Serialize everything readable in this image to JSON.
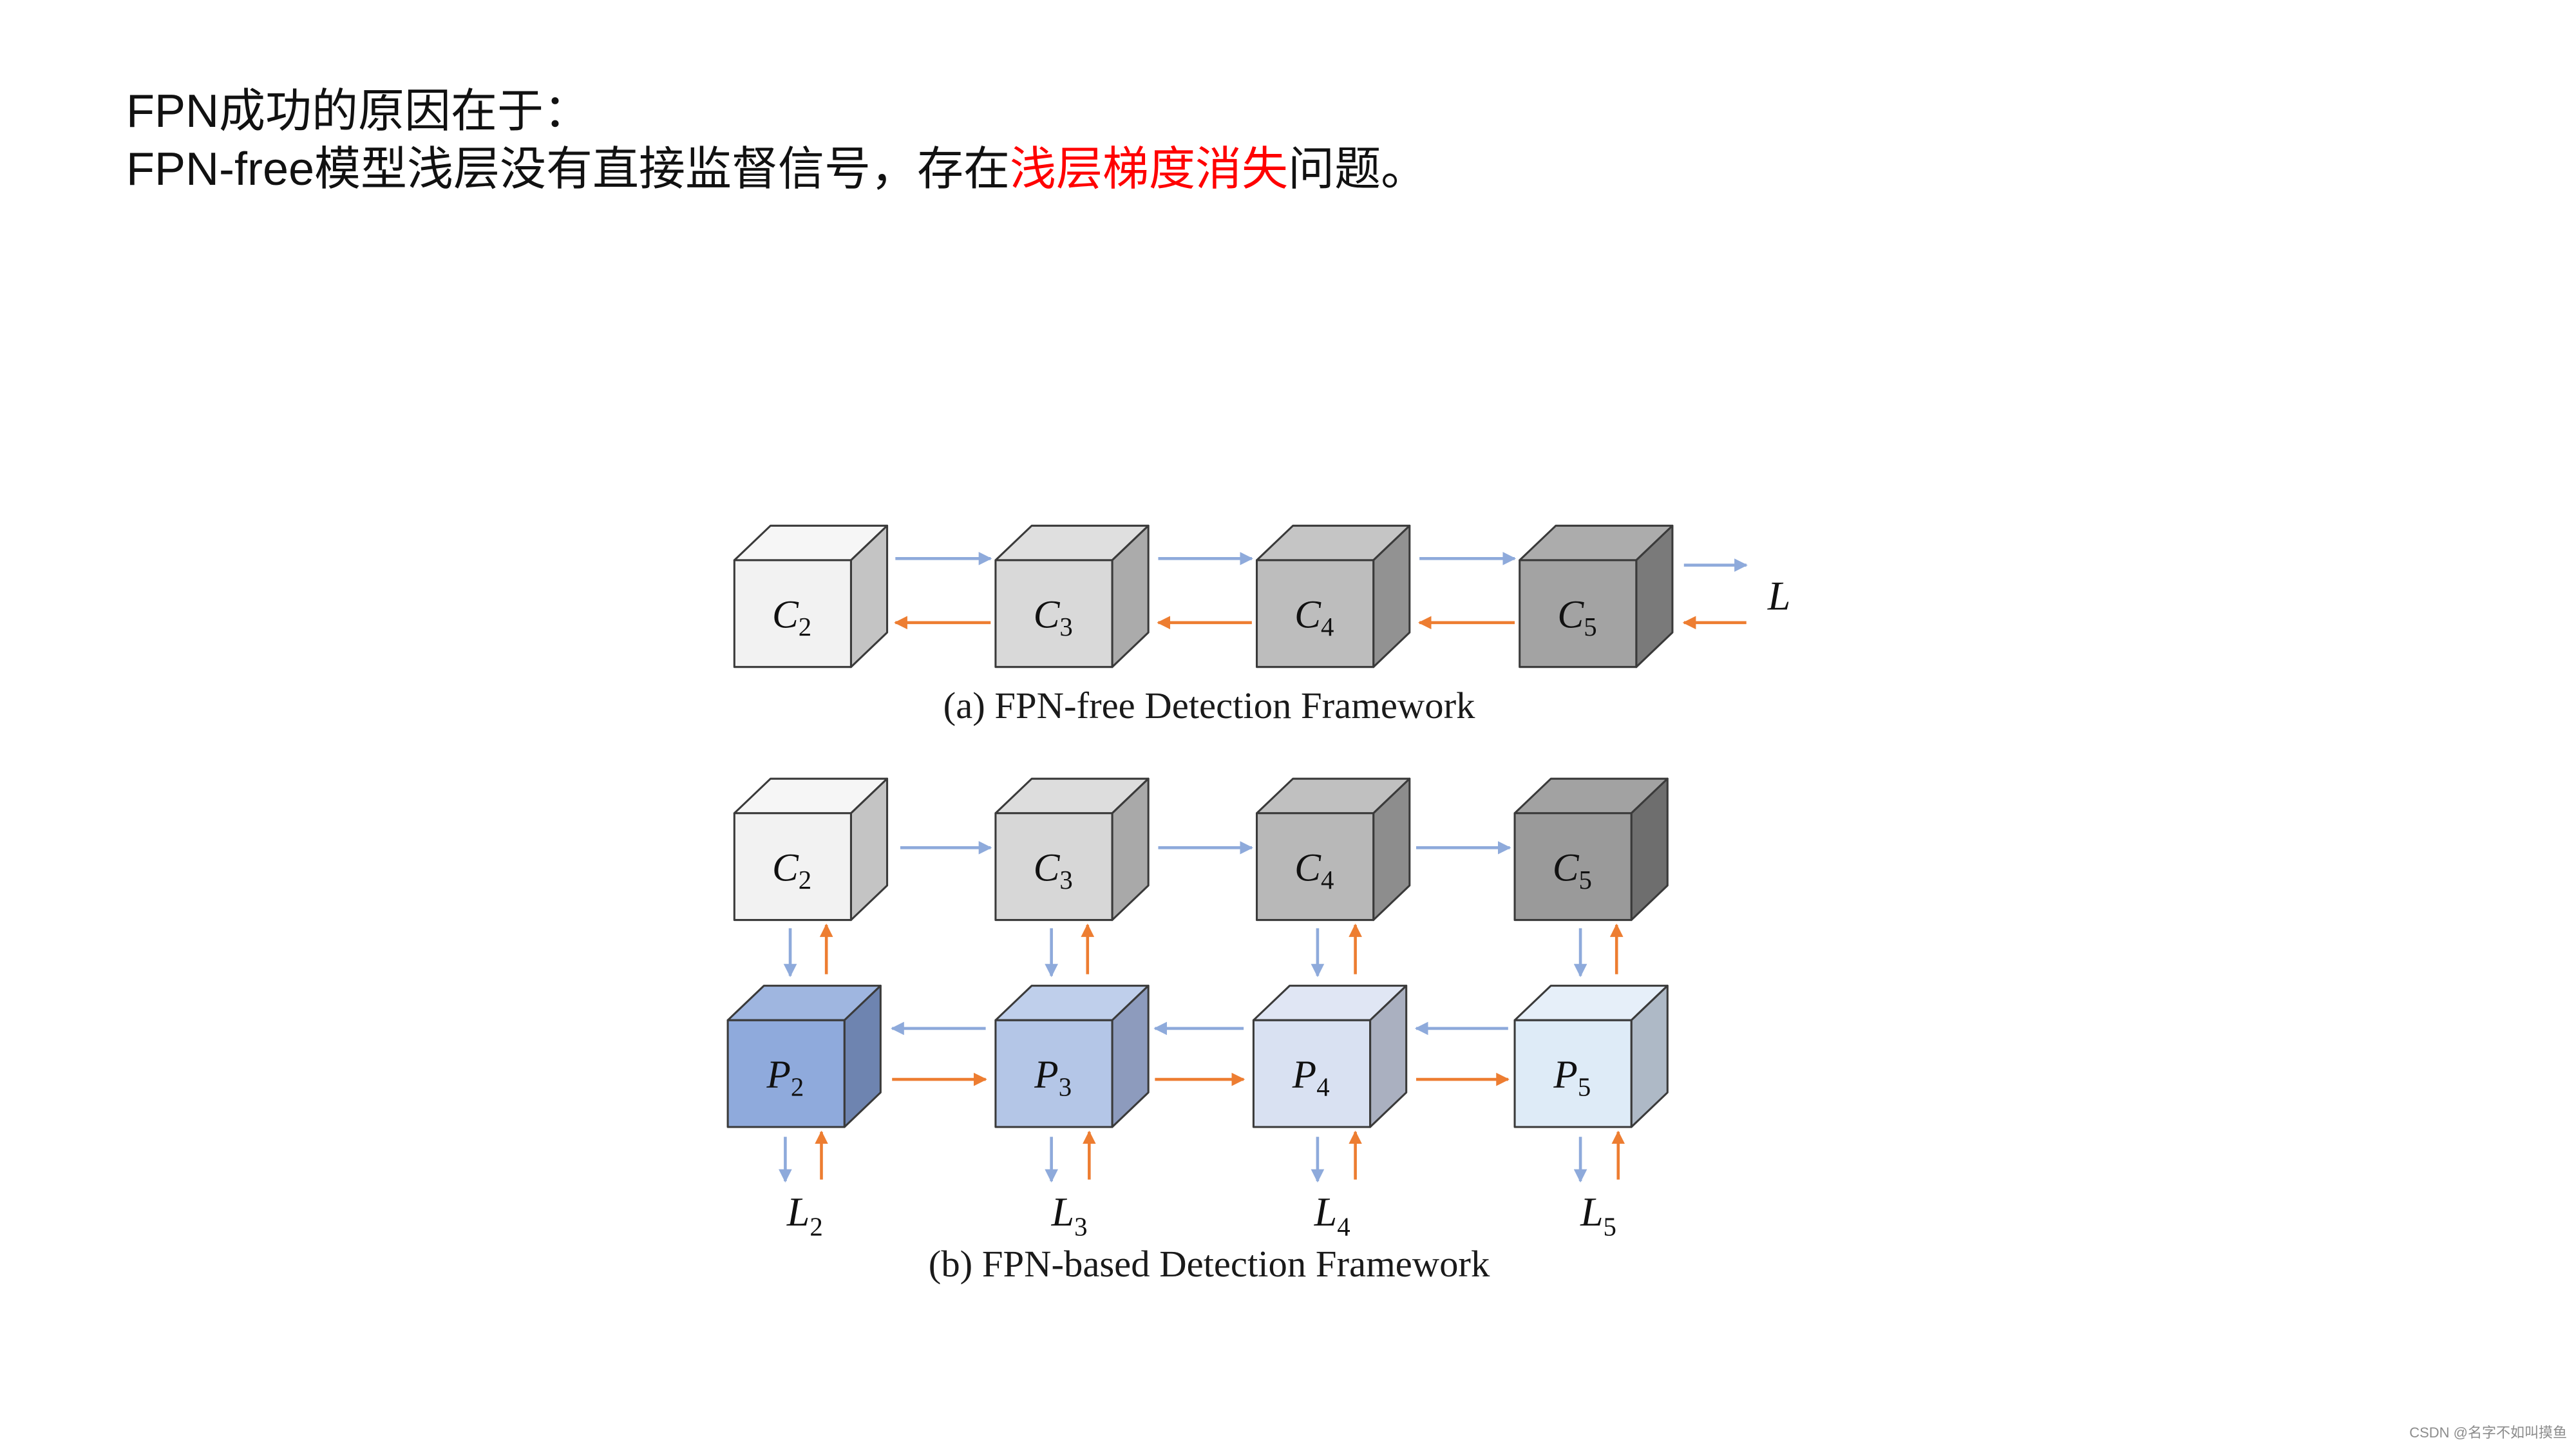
{
  "slide": {
    "line1": "FPN成功的原因在于：",
    "line2_before": "FPN-free模型浅层没有直接监督信号，存在",
    "line2_highlight": "浅层梯度消失",
    "line2_after": "问题。",
    "text_color": "#111111",
    "highlight_color": "#ff0000"
  },
  "diagram_a": {
    "cubes": [
      {
        "letter": "C",
        "sub": "2",
        "front": "#f2f2f2",
        "top": "#f6f6f6",
        "side": "#c4c4c4"
      },
      {
        "letter": "C",
        "sub": "3",
        "front": "#d9d9d9",
        "top": "#dfdfdf",
        "side": "#ababab"
      },
      {
        "letter": "C",
        "sub": "4",
        "front": "#bdbdbd",
        "top": "#c5c5c5",
        "side": "#929292"
      },
      {
        "letter": "C",
        "sub": "5",
        "front": "#a3a3a3",
        "top": "#acacac",
        "side": "#7a7a7a"
      }
    ],
    "loss_label": "L",
    "caption": "(a) FPN-free Detection Framework"
  },
  "diagram_b": {
    "backbone": [
      {
        "letter": "C",
        "sub": "2",
        "front": "#f2f2f2",
        "top": "#f6f6f6",
        "side": "#c4c4c4"
      },
      {
        "letter": "C",
        "sub": "3",
        "front": "#d7d7d7",
        "top": "#dddddd",
        "side": "#a9a9a9"
      },
      {
        "letter": "C",
        "sub": "4",
        "front": "#b8b8b8",
        "top": "#c0c0c0",
        "side": "#8d8d8d"
      },
      {
        "letter": "C",
        "sub": "5",
        "front": "#9a9a9a",
        "top": "#a2a2a2",
        "side": "#6e6e6e"
      }
    ],
    "pyramid": [
      {
        "letter": "P",
        "sub": "2",
        "front": "#8faadc",
        "top": "#9fb6e0",
        "side": "#6e84b0"
      },
      {
        "letter": "P",
        "sub": "3",
        "front": "#b4c6e7",
        "top": "#bfcfeb",
        "side": "#8d9bbd"
      },
      {
        "letter": "P",
        "sub": "4",
        "front": "#d9e1f2",
        "top": "#e0e6f4",
        "side": "#aab0c0"
      },
      {
        "letter": "P",
        "sub": "5",
        "front": "#deebf7",
        "top": "#e6eff9",
        "side": "#aeb9c6"
      }
    ],
    "losses": [
      {
        "letter": "L",
        "sub": "2"
      },
      {
        "letter": "L",
        "sub": "3"
      },
      {
        "letter": "L",
        "sub": "4"
      },
      {
        "letter": "L",
        "sub": "5"
      }
    ],
    "caption": "(b) FPN-based Detection Framework"
  },
  "arrow_colors": {
    "forward": "#8eaadb",
    "backward": "#ed7d31"
  },
  "watermark": "CSDN @名字不如叫摸鱼"
}
